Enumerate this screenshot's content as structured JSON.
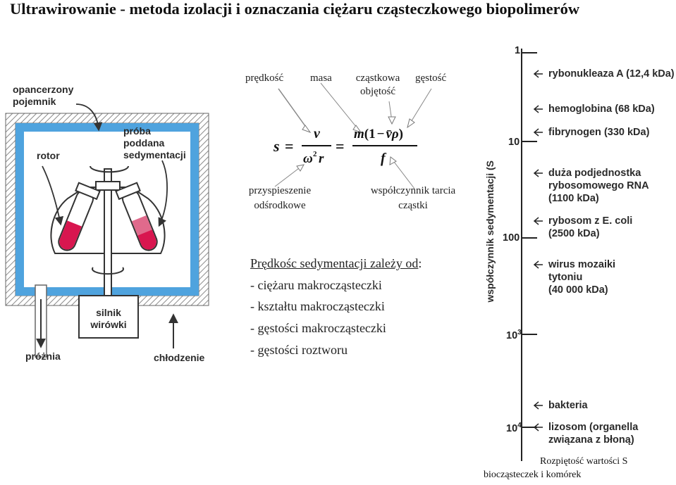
{
  "title": "Ultrawirowanie - metoda izolacji i oznaczania ciężaru cząsteczkowego biopolimerów",
  "centrifuge": {
    "armored_chamber": "opancerzony pojemnik",
    "rotor": "rotor",
    "sample": [
      "próba",
      "poddana",
      "sedymentacji"
    ],
    "motor": [
      "silnik",
      "wirówki"
    ],
    "vacuum": "próżnia",
    "cooling": "chłodzenie"
  },
  "equation": {
    "top_labels": {
      "velocity": "prędkość",
      "mass": "masa",
      "partial_specific_volume": [
        "cząstkowa",
        "objętość"
      ],
      "density": "gęstość"
    },
    "bottom_labels": {
      "centrifugal_acceleration": [
        "przyspieszenie",
        "odśrodkowe"
      ],
      "friction_coefficient": [
        "współczynnik tarcia",
        "cząstki"
      ]
    }
  },
  "dependence": {
    "heading": "Prędkośc sedymentacji zależy od",
    "heading_suffix": ":",
    "items": [
      "- ciężaru makrocząsteczki",
      "- kształtu makrocząsteczki",
      "- gęstości makrocząsteczki",
      "- gęstości roztworu"
    ]
  },
  "scale": {
    "axis_title": "współczynnik sedymentacji (S",
    "ticks": [
      {
        "label": "1",
        "sup": ""
      },
      {
        "label": "10",
        "sup": ""
      },
      {
        "label": "100",
        "sup": ""
      },
      {
        "label": "10",
        "sup": "3"
      },
      {
        "label": "10",
        "sup": "4"
      }
    ],
    "entries": [
      {
        "lines": [
          "rybonukleaza A (12,4 kDa)"
        ]
      },
      {
        "lines": [
          "hemoglobina (68 kDa)"
        ]
      },
      {
        "lines": [
          "fibrynogen (330 kDa)"
        ]
      },
      {
        "lines": [
          "duża podjednostka",
          "rybosomowego RNA",
          "(1100 kDa)"
        ]
      },
      {
        "lines": [
          "rybosom z E. coli",
          "(2500 kDa)"
        ]
      },
      {
        "lines": [
          "wirus mozaiki",
          "tytoniu",
          "(40 000 kDa)"
        ]
      },
      {
        "lines": [
          "bakteria"
        ]
      },
      {
        "lines": [
          "lizosom (organella",
          "związana z błoną)"
        ]
      }
    ],
    "caption": [
      "Rozpiętość wartości S",
      "biocząsteczek i komórek"
    ]
  },
  "colors": {
    "chamber_blue": "#4fa3de",
    "hatch": "#8a8a8a",
    "sample_red": "#d8164f",
    "arrow_gray": "#909090"
  }
}
